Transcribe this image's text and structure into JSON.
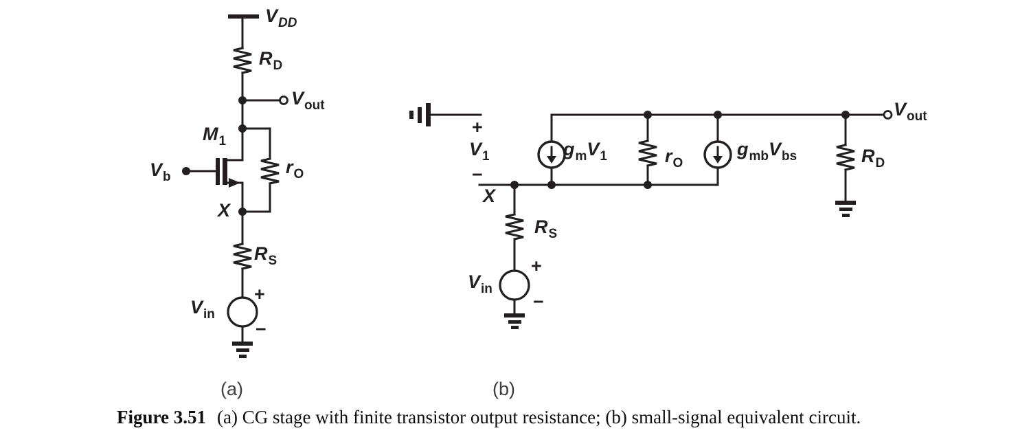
{
  "figure": {
    "caption_title": "Figure 3.51",
    "caption_text": "(a) CG stage with finite transistor output resistance; (b) small-signal equivalent circuit.",
    "panel_a_label": "(a)",
    "panel_b_label": "(b)"
  },
  "symbols": {
    "plus": "+",
    "minus": "−"
  },
  "circuit_a": {
    "vdd": {
      "main": "V",
      "sub": "DD"
    },
    "rd": {
      "main": "R",
      "sub": "D"
    },
    "vout": {
      "main": "V",
      "sub": "out"
    },
    "m1": {
      "main": "M",
      "sub": "1"
    },
    "vb": {
      "main": "V",
      "sub": "b"
    },
    "ro": {
      "main": "r",
      "sub": "O"
    },
    "x": "X",
    "rs": {
      "main": "R",
      "sub": "S"
    },
    "vin": {
      "main": "V",
      "sub": "in"
    }
  },
  "circuit_b": {
    "v1": {
      "main": "V",
      "sub": "1"
    },
    "x": "X",
    "gm_v1": {
      "g": "g",
      "g_sub": "m",
      "v": "V",
      "v_sub": "1"
    },
    "ro": {
      "main": "r",
      "sub": "O"
    },
    "gmb_vbs": {
      "g": "g",
      "g_sub": "mb",
      "v": "V",
      "v_sub": "bs"
    },
    "rd": {
      "main": "R",
      "sub": "D"
    },
    "vout": {
      "main": "V",
      "sub": "out"
    },
    "rs": {
      "main": "R",
      "sub": "S"
    },
    "vin": {
      "main": "V",
      "sub": "in"
    }
  }
}
